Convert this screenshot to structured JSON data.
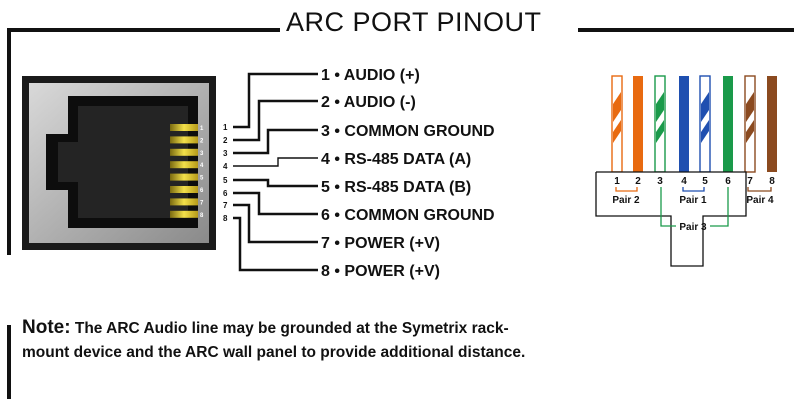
{
  "title": "ARC PORT PINOUT",
  "pins": [
    {
      "num": "1",
      "label": "1 • AUDIO (+)"
    },
    {
      "num": "2",
      "label": "2 • AUDIO (-)"
    },
    {
      "num": "3",
      "label": "3 • COMMON GROUND"
    },
    {
      "num": "4",
      "label": "4 • RS-485 DATA (A)"
    },
    {
      "num": "5",
      "label": "5 • RS-485 DATA (B)"
    },
    {
      "num": "6",
      "label": "6 • COMMON GROUND"
    },
    {
      "num": "7",
      "label": "7 • POWER (+V)"
    },
    {
      "num": "8",
      "label": "8 • POWER (+V)"
    }
  ],
  "jack_pins": [
    "1",
    "2",
    "3",
    "4",
    "5",
    "6",
    "7",
    "8"
  ],
  "wiring": {
    "wires": [
      {
        "stripe": true,
        "color": "#E86A10"
      },
      {
        "stripe": false,
        "color": "#E86A10"
      },
      {
        "stripe": true,
        "color": "#1A9A4A"
      },
      {
        "stripe": false,
        "color": "#1F4FB0"
      },
      {
        "stripe": true,
        "color": "#1F4FB0"
      },
      {
        "stripe": false,
        "color": "#1A9A4A"
      },
      {
        "stripe": true,
        "color": "#8B4A1F"
      },
      {
        "stripe": false,
        "color": "#8B4A1F"
      }
    ],
    "numbers": [
      "1",
      "2",
      "3",
      "4",
      "5",
      "6",
      "7",
      "8"
    ],
    "pair_labels": {
      "pair2": "Pair 2",
      "pair1": "Pair 1",
      "pair3": "Pair 3",
      "pair4": "Pair 4"
    }
  },
  "note": {
    "label": "Note:",
    "text": " The ARC Audio line may be grounded at the Symetrix rack-mount device and the ARC wall panel to provide additional distance."
  }
}
